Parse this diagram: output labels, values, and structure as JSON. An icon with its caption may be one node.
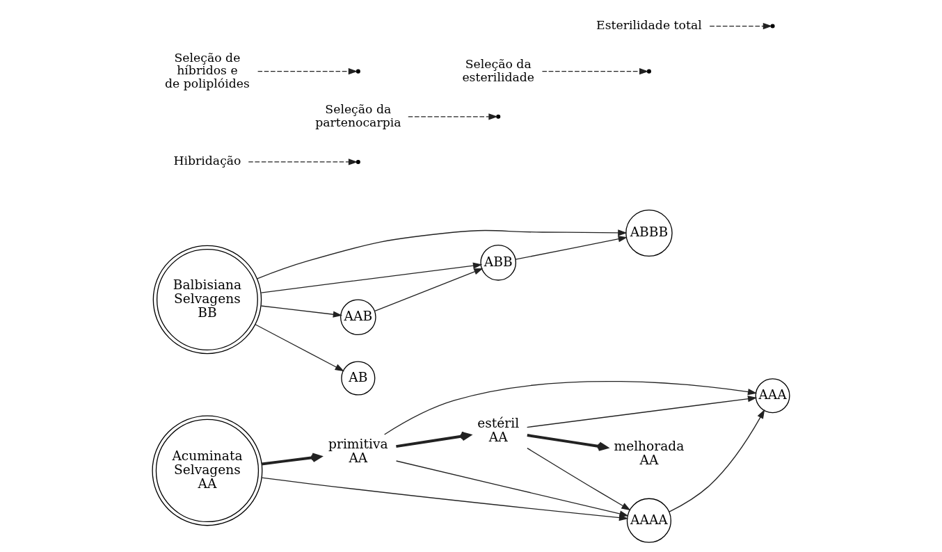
{
  "diagram": {
    "nodes": [
      {
        "text": [
          "Acuminata Selvagens AA"
        ]
      },
      {
        "text": [
          "primitiva AA"
        ]
      },
      {
        "text": [
          "estéril AA"
        ]
      },
      {
        "text": [
          "melhorada AA"
        ]
      },
      {
        "text": [
          "AAAA"
        ]
      },
      {
        "text": [
          "AAA"
        ]
      },
      {
        "text": [
          "ABBB"
        ]
      },
      {
        "text": [
          "ABB"
        ]
      },
      {
        "text": [
          "AAB"
        ]
      },
      {
        "text": [
          "AB"
        ]
      },
      {
        "text": [
          "Balbisiana Selvagens BB"
        ]
      },
      {
        "text": [
          "Hibridação"
        ]
      },
      {
        "text": [
          "Seleção da partenocarpia"
        ]
      },
      {
        "text": [
          "Seleção da esterilidade"
        ]
      },
      {
        "text": [
          "Esterilidade total"
        ]
      },
      {
        "text": [
          "Seleção de híbridos e de poliplóides"
        ]
      }
    ],
    "edges": [
      {
        "from": 0,
        "to": 1,
        "arrow": "to",
        "style": "thick"
      },
      {
        "from": 1,
        "to": 2,
        "arrow": "to",
        "style": "thick"
      },
      {
        "from": 2,
        "to": 3,
        "arrow": "to",
        "style": "thick"
      },
      {
        "from": 0,
        "to": 4,
        "arrow": "to"
      },
      {
        "from": 1,
        "to": 4,
        "arrow": "to"
      },
      {
        "from": 2,
        "to": 4,
        "arrow": "to"
      },
      {
        "from": 4,
        "to": 5,
        "arrow": "to"
      },
      {
        "from": 1,
        "to": 5,
        "arrow": "to"
      },
      {
        "from": 2,
        "to": 5,
        "arrow": "to"
      },
      {
        "from": 10,
        "to": 6,
        "arrow": "to"
      },
      {
        "from": 10,
        "to": 7,
        "arrow": "to"
      },
      {
        "from": 10,
        "to": 8,
        "arrow": "to"
      },
      {
        "from": 10,
        "to": 9,
        "arrow": "to"
      },
      {
        "from": 7,
        "to": 6,
        "arrow": "to"
      },
      {
        "from": 8,
        "to": 7,
        "arrow": "to"
      },
      {
        "from": 11,
        "to": null,
        "arrow": "to",
        "style": "dashed"
      },
      {
        "from": 12,
        "to": null,
        "arrow": "to",
        "style": "dashed"
      },
      {
        "from": 13,
        "to": null,
        "arrow": "to",
        "style": "dashed"
      },
      {
        "from": 14,
        "to": null,
        "arrow": "to",
        "style": "dashed"
      },
      {
        "from": 15,
        "to": null,
        "arrow": "to",
        "style": "dashed"
      }
    ]
  }
}
